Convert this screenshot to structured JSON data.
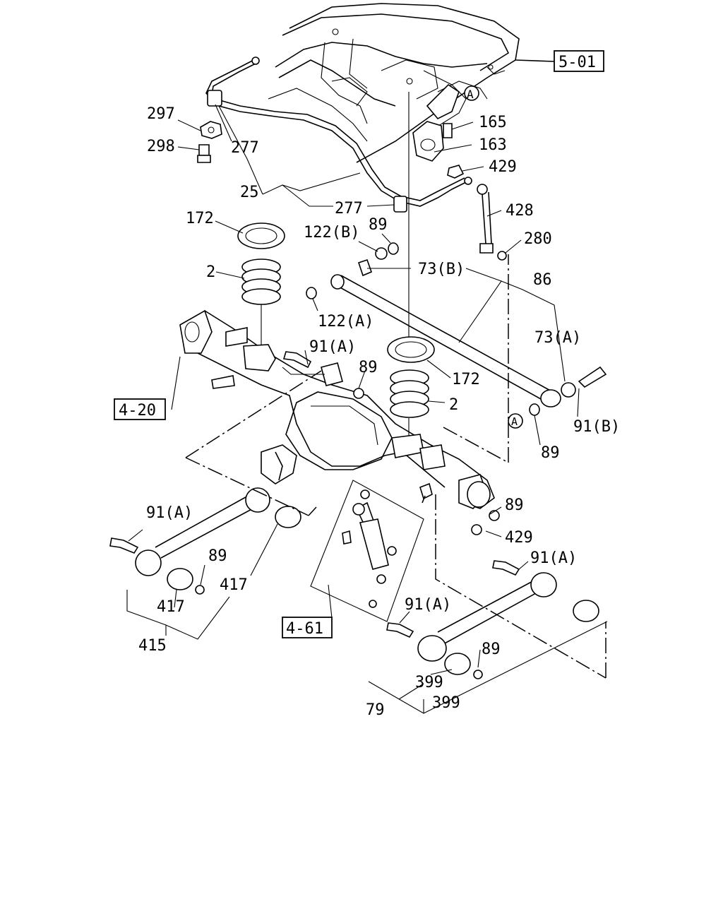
{
  "labels": {
    "p297": "297",
    "p298": "298",
    "p277a": "277",
    "p25": "25",
    "p277b": "277",
    "p165": "165",
    "p163": "163",
    "p429a": "429",
    "p428": "428",
    "p280": "280",
    "p172a": "172",
    "p122b": "122(B)",
    "p89a": "89",
    "p73b": "73(B)",
    "p86": "86",
    "p2a": "2",
    "p122a": "122(A)",
    "p73a": "73(A)",
    "p91a1": "91(A)",
    "p89b": "89",
    "p172b": "172",
    "p2b": "2",
    "p91b": "91(B)",
    "p89c": "89",
    "p89d": "89",
    "p429b": "429",
    "p91a2": "91(A)",
    "p91a3": "91(A)",
    "p89e": "89",
    "p417a": "417",
    "p417b": "417",
    "p415": "415",
    "p91a4": "91(A)",
    "p89f": "89",
    "p399a": "399",
    "p79": "79",
    "p399b": "399"
  },
  "refs": {
    "r501": "5-01",
    "r420": "4-20",
    "r461": "4-61"
  },
  "markers": {
    "a1": "A",
    "a2": "A"
  }
}
